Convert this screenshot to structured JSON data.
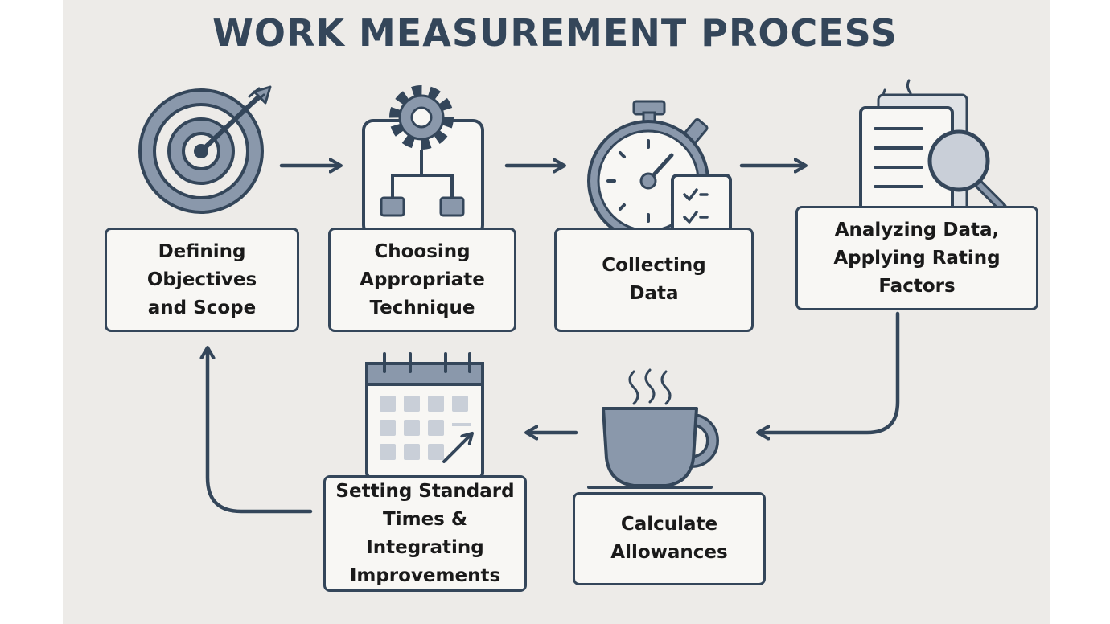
{
  "title": "WORK MEASUREMENT PROCESS",
  "colors": {
    "background": "#edebe8",
    "stroke": "#34465a",
    "fill": "#8a98ab",
    "light": "#c9cfd8",
    "box": "#f8f7f4"
  },
  "steps": [
    {
      "id": "defining-objectives",
      "label": "Defining Objectives and Scope",
      "icon": "target-icon"
    },
    {
      "id": "choosing-technique",
      "label": "Choosing Appropriate Technique",
      "icon": "gear-flowchart-icon"
    },
    {
      "id": "collecting-data",
      "label": "Collecting Data",
      "icon": "stopwatch-checklist-icon"
    },
    {
      "id": "analyzing-data",
      "label": "Analyzing Data, Applying Rating Factors",
      "icon": "document-magnifier-icon"
    },
    {
      "id": "calculate-allowances",
      "label": "Calculate Allowances",
      "icon": "coffee-cup-icon"
    },
    {
      "id": "setting-standard-times",
      "label": "Setting Standard Times & Integrating Improvements",
      "icon": "calendar-trend-icon"
    }
  ]
}
